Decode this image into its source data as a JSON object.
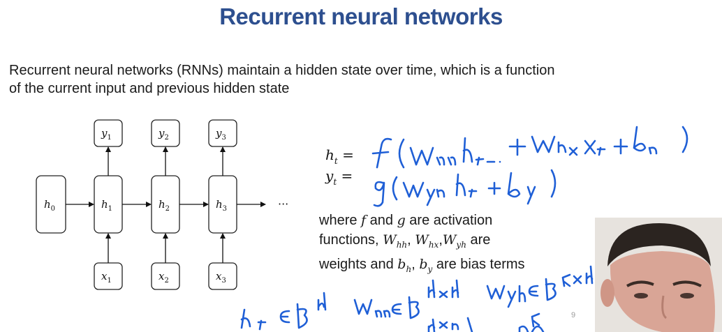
{
  "slide": {
    "title": "Recurrent neural networks",
    "intro": "Recurrent neural networks (RNNs) maintain a hidden state over time, which is a function of the current input and previous hidden state",
    "page_number": "9"
  },
  "diagram": {
    "hidden_initial": {
      "base": "h",
      "sub": "0"
    },
    "hidden": [
      {
        "base": "h",
        "sub": "1"
      },
      {
        "base": "h",
        "sub": "2"
      },
      {
        "base": "h",
        "sub": "3"
      }
    ],
    "outputs": [
      {
        "base": "y",
        "sub": "1"
      },
      {
        "base": "y",
        "sub": "2"
      },
      {
        "base": "y",
        "sub": "3"
      }
    ],
    "inputs": [
      {
        "base": "x",
        "sub": "1"
      },
      {
        "base": "x",
        "sub": "2"
      },
      {
        "base": "x",
        "sub": "3"
      }
    ],
    "continuation": "···"
  },
  "equations": {
    "ht_lhs_base": "h",
    "ht_lhs_sub": "t",
    "ht_eq": "=",
    "yt_lhs_base": "y",
    "yt_lhs_sub": "t",
    "yt_eq": "="
  },
  "where_text": {
    "line1_a": "where ",
    "f": "f",
    "line1_b": " and ",
    "g": "g",
    "line1_c": " are activation",
    "line2_a": "functions, ",
    "Whh": "W",
    "Whh_sub": "hh",
    "comma1": ", ",
    "Whx": "W",
    "Whx_sub": "hx",
    "comma2": ",",
    "Wyh": "W",
    "Wyh_sub": "yh",
    "line2_b": " are",
    "line3_a": "weights and ",
    "bh": "b",
    "bh_sub": "h",
    "comma3": ",  ",
    "by": "b",
    "by_sub": "y",
    "line3_b": " are bias terms"
  },
  "colors": {
    "title": "#2d4f8f",
    "ink": "#1f5fd6",
    "box_stroke": "#222222"
  },
  "icons": {
    "webcam": "presenter-webcam"
  }
}
